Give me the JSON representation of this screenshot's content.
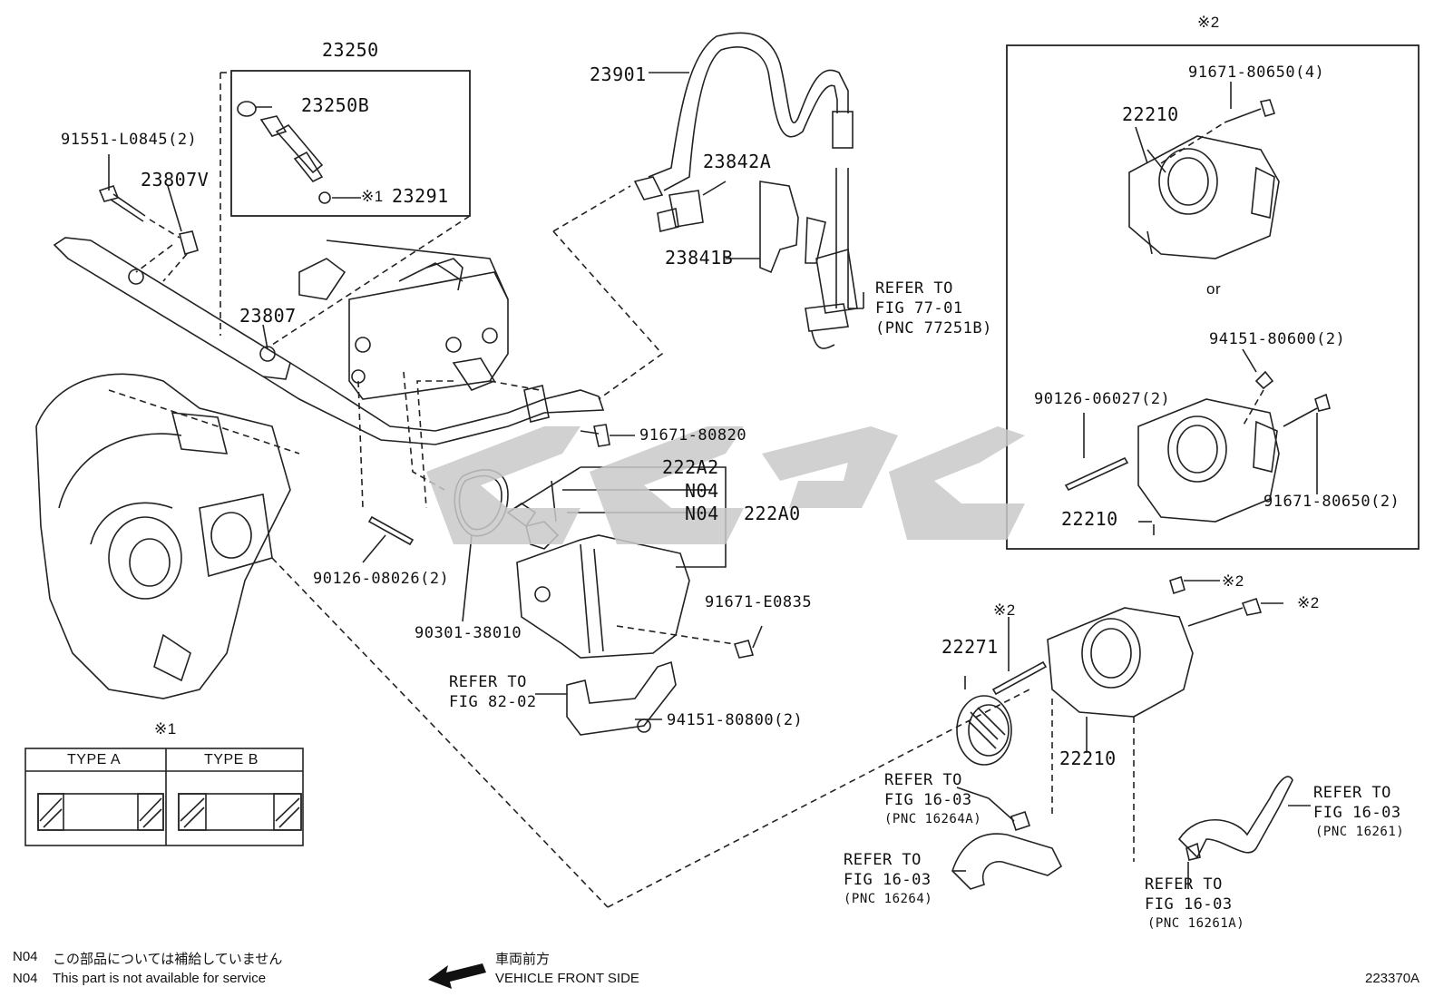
{
  "labels": {
    "p23250": "23250",
    "p23250b": "23250B",
    "p23291": "23291",
    "note1_mark_injector": "※1",
    "p91551": "91551-L0845(2)",
    "p23807v": "23807V",
    "p23807": "23807",
    "p23901": "23901",
    "p23842a": "23842A",
    "p23841b": "23841B",
    "refer_77_line1": "REFER TO",
    "refer_77_line2": "FIG 77-01",
    "refer_77_line3": "(PNC 77251B)",
    "p91671_80820": "91671-80820",
    "p222a2": "222A2",
    "n04_a": "N04",
    "n04_b": "N04",
    "p222a0": "222A0",
    "p90126_08026": "90126-08026(2)",
    "p90301": "90301-38010",
    "p91671_e0835": "91671-E0835",
    "refer_82_line1": "REFER TO",
    "refer_82_line2": "FIG 82-02",
    "p94151_80800": "94151-80800(2)",
    "box2_mark": "※2",
    "p91671_80650_4": "91671-80650(4)",
    "p22210_top": "22210",
    "or_text": "or",
    "p94151_80600": "94151-80600(2)",
    "p90126_06027": "90126-06027(2)",
    "p91671_80650_2": "91671-80650(2)",
    "p22210_mid": "22210",
    "note2_a": "※2",
    "note2_b": "※2",
    "note2_c": "※2",
    "p22271": "22271",
    "p22210_bottom": "22210",
    "refer_164a_line1": "REFER TO",
    "refer_164a_line2": "FIG 16-03",
    "refer_164a_line3": "(PNC 16264A)",
    "refer_1626x_line1": "REFER TO",
    "refer_1626x_line2": "FIG 16-03",
    "refer_1626x_line3": "(PNC 16264)",
    "refer_16261_line1": "REFER TO",
    "refer_16261_line2": "FIG 16-03",
    "refer_16261_line3": "(PNC 16261)",
    "refer_16261a_line1": "REFER TO",
    "refer_16261a_line2": "FIG 16-03",
    "refer_16261a_line3": "(PNC 16261A)"
  },
  "type_table": {
    "mark": "※1",
    "type_a": "TYPE A",
    "type_b": "TYPE B"
  },
  "footer": {
    "n04_code_1": "N04",
    "n04_text_jp": "この部品については補給していません",
    "n04_code_2": "N04",
    "n04_text_en": "This part is not available for service",
    "front_jp": "車両前方",
    "front_en": "VEHICLE FRONT SIDE",
    "figure_id": "223370A"
  },
  "colors": {
    "line": "#222222",
    "watermark": "#c8c8c8",
    "background": "#ffffff"
  }
}
